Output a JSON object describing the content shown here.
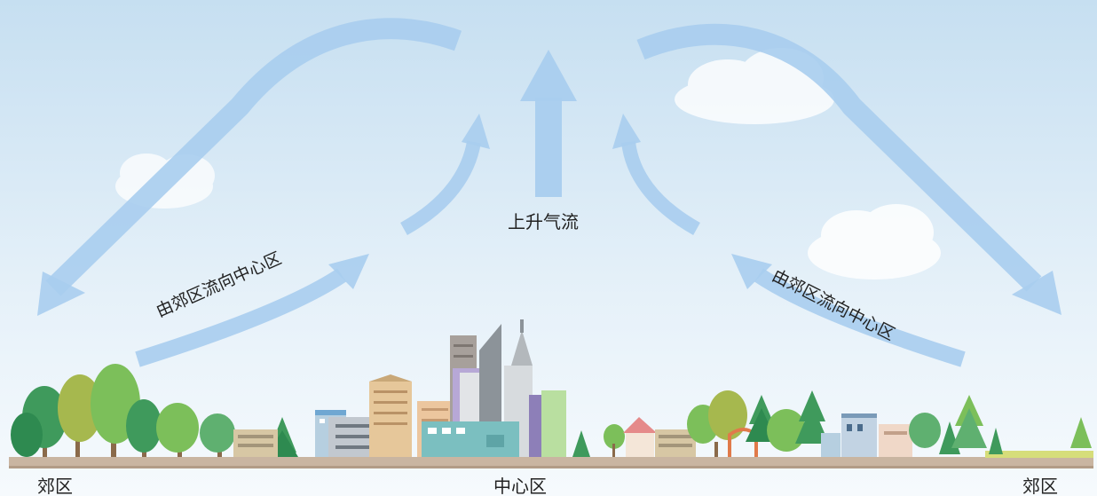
{
  "labels": {
    "updraft": "上升气流",
    "left_flow": "由郊区流向中心区",
    "right_flow": "由郊区流向中心区",
    "suburb_left": "郊区",
    "center": "中心区",
    "suburb_right": "郊区"
  },
  "colors": {
    "sky_top": "#c6dff1",
    "sky_bottom": "#f4f9fc",
    "arrow": "#a9cdee",
    "ground": "#c9b5a1",
    "tree_dark": "#3f9a5c",
    "tree_light": "#7cbf5a",
    "tree_olive": "#a6b84e",
    "building_gray": "#9aa3ab",
    "building_teal": "#7bbfc0",
    "building_beige": "#e6c79a",
    "building_purple": "#b39ad0"
  }
}
